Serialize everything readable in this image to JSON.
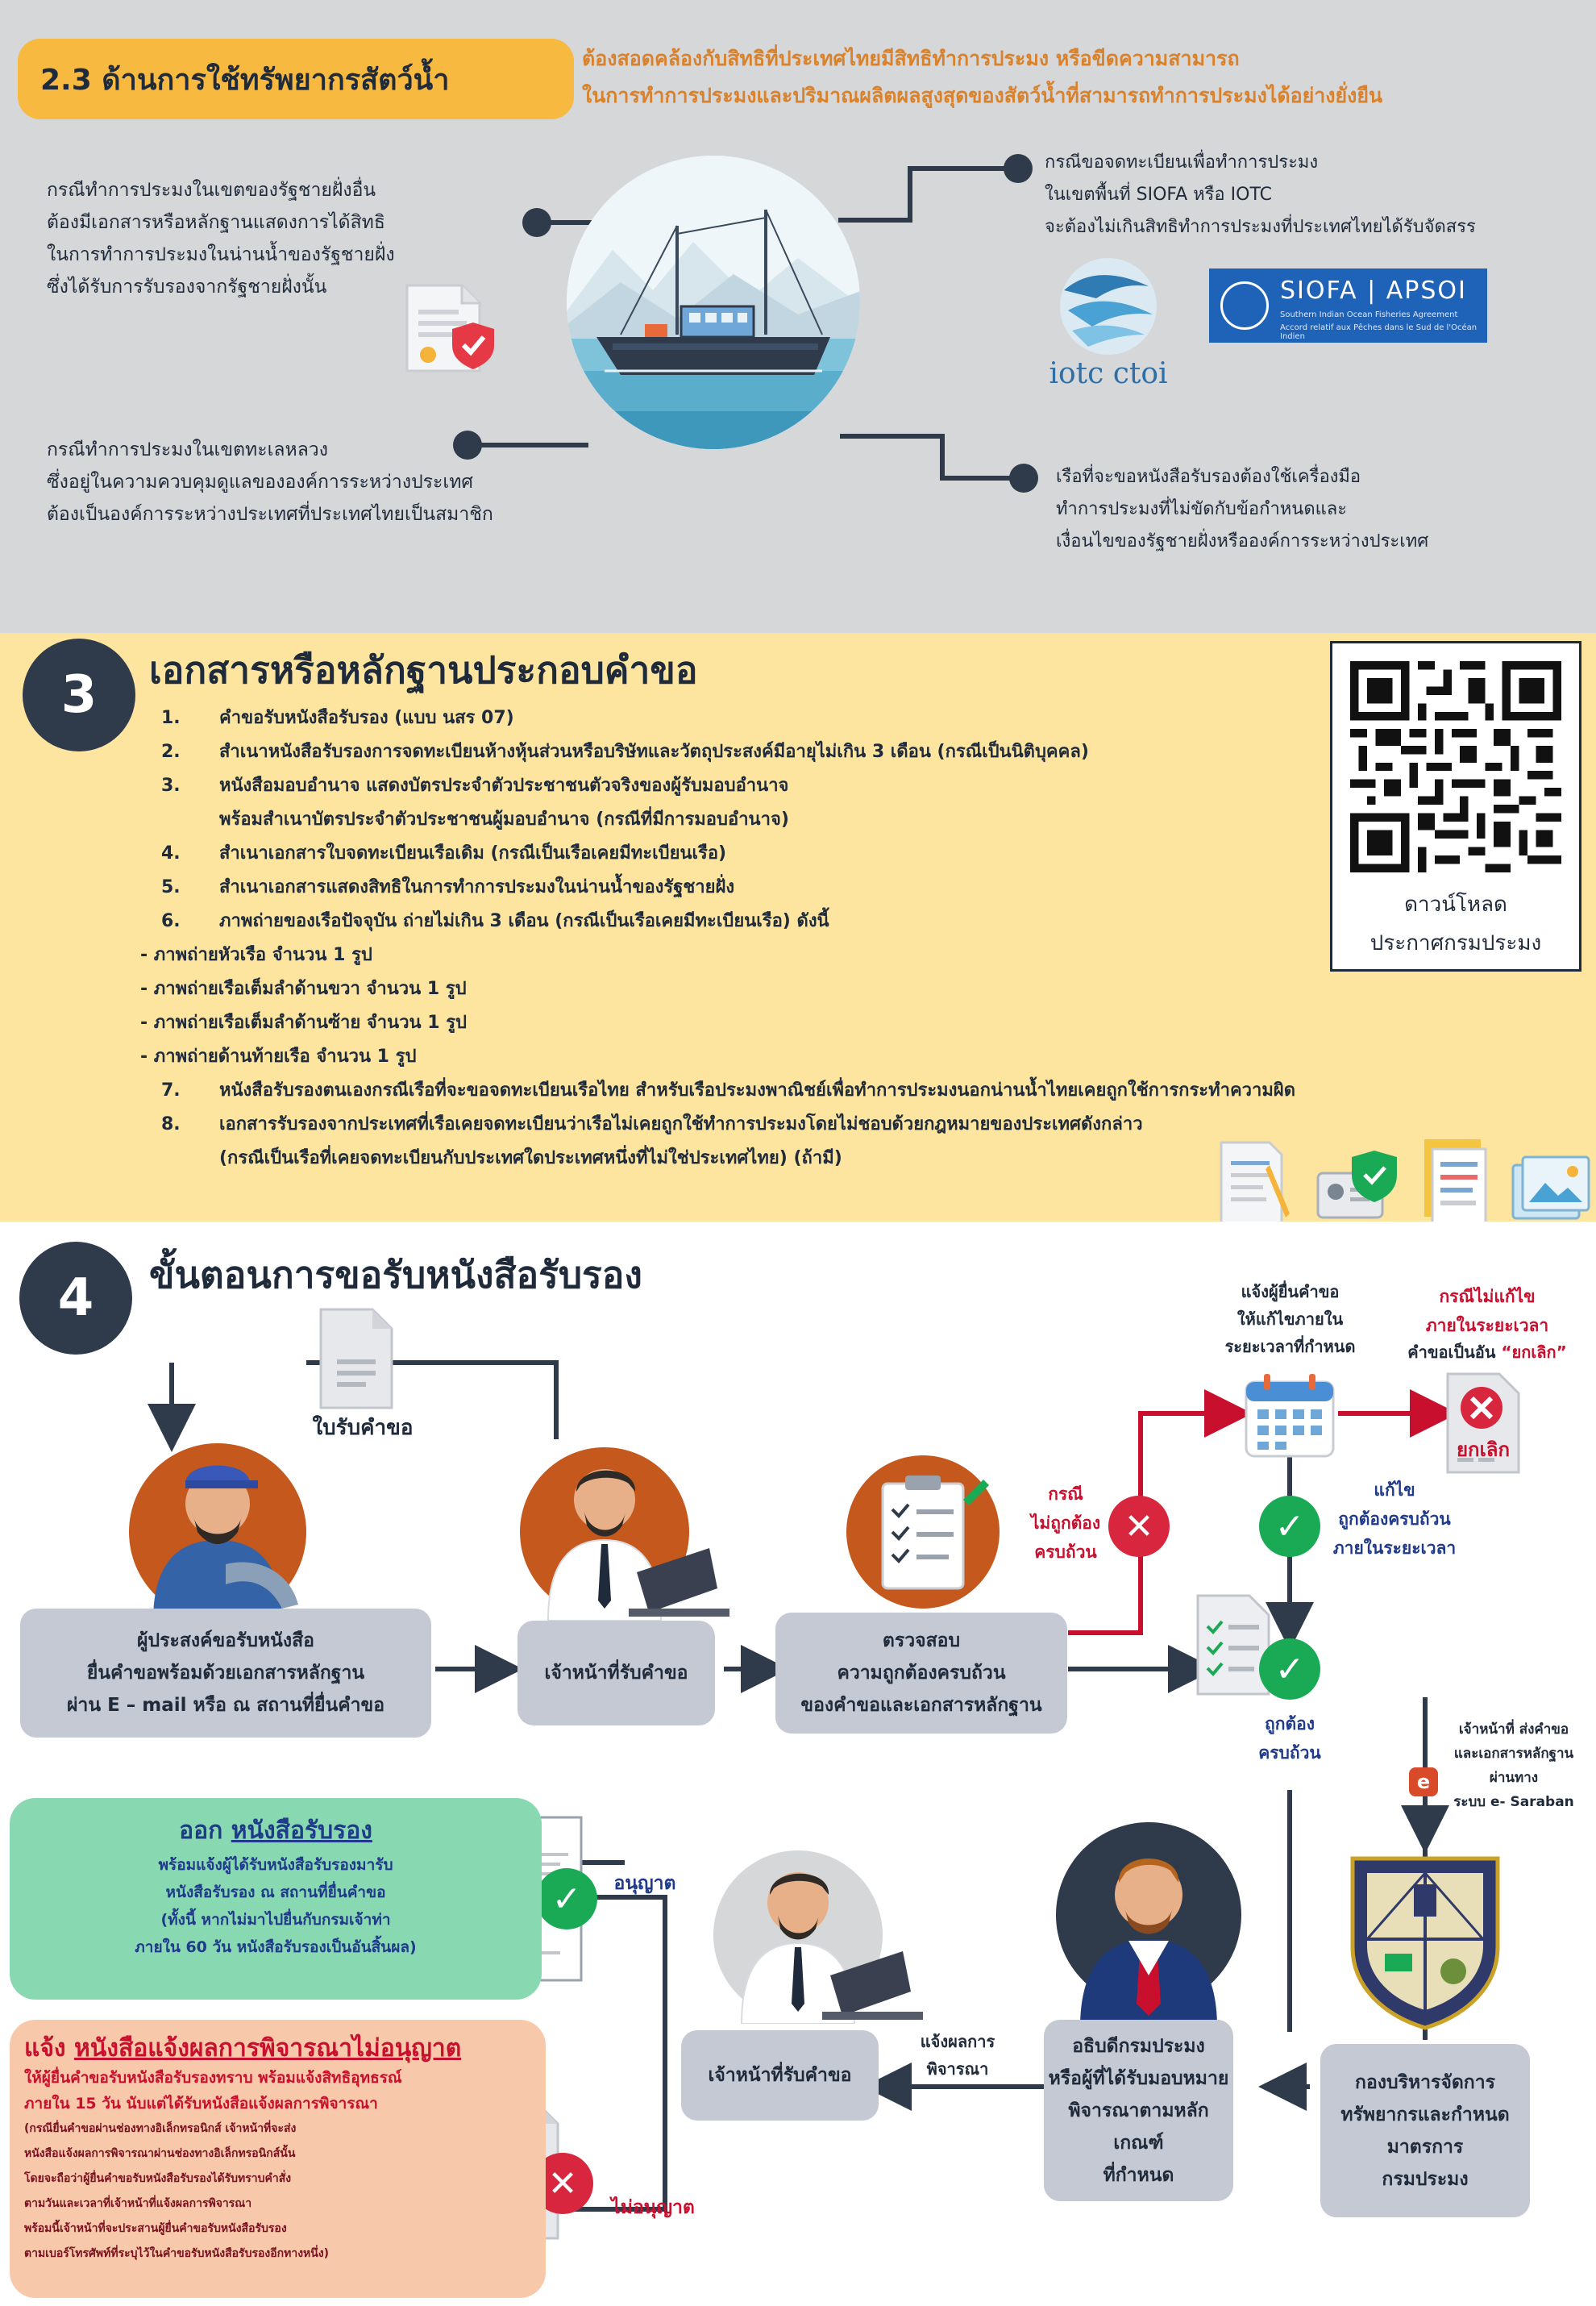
{
  "section23": {
    "title": "2.3 ด้านการใช้ทรัพยากรสัตว์น้ำ",
    "note_line1": "ต้องสอดคล้องกับสิทธิที่ประเทศไทยมีสิทธิทำการประมง หรือขีดความสามารถ",
    "note_line2": "ในการทำการประมงและปริมาณผลิตผลสูงสุดของสัตว์น้ำที่สามารถทำการประมงได้อย่างยั่งยืน",
    "left_top": [
      "กรณีทำการประมงในเขตของรัฐชายฝั่งอื่น",
      "ต้องมีเอกสารหรือหลักฐานแสดงการได้สิทธิ",
      "ในการทำการประมงในน่านน้ำของรัฐชายฝั่ง",
      "ซึ่งได้รับการรับรองจากรัฐชายฝั่งนั้น"
    ],
    "left_bottom": [
      "กรณีทำการประมงในเขตทะเลหลวง",
      "ซึ่งอยู่ในความควบคุมดูแลขององค์การระหว่างประเทศ",
      "ต้องเป็นองค์การระหว่างประเทศที่ประเทศไทยเป็นสมาชิก"
    ],
    "right_top": [
      "กรณีขอจดทะเบียนเพื่อทำการประมง",
      "ในเขตพื้นที่ SIOFA หรือ IOTC",
      "จะต้องไม่เกินสิทธิทำการประมงที่ประเทศไทยได้รับจัดสรร"
    ],
    "right_bottom": [
      "เรือที่จะขอหนังสือรับรองต้องใช้เครื่องมือ",
      "ทำการประมงที่ไม่ขัดกับข้อกำหนดและ",
      "เงื่อนไขของรัฐชายฝั่งหรือองค์การระหว่างประเทศ"
    ],
    "iotc_label": "iotc ctoi",
    "siofa_label": "SIOFA | APSOI",
    "siofa_sub1": "Southern Indian Ocean Fisheries Agreement",
    "siofa_sub2": "Accord relatif aux Pêches dans le Sud de l'Océan Indien"
  },
  "section3": {
    "number": "3",
    "title": "เอกสารหรือหลักฐานประกอบคำขอ",
    "items": [
      {
        "n": "1.",
        "text": "คำขอรับหนังสือรับรอง (แบบ นสร 07)"
      },
      {
        "n": "2.",
        "text": "สำเนาหนังสือรับรองการจดทะเบียนห้างหุ้นส่วนหรือบริษัทและวัตถุประสงค์มีอายุไม่เกิน 3 เดือน (กรณีเป็นนิติบุคคล)"
      },
      {
        "n": "3.",
        "text": "หนังสือมอบอำนาจ แสดงบัตรประจำตัวประชาชนตัวจริงของผู้รับมอบอำนาจ"
      },
      {
        "n": "",
        "text": "พร้อมสำเนาบัตรประจำตัวประชาชนผู้มอบอำนาจ (กรณีที่มีการมอบอำนาจ)"
      },
      {
        "n": "4.",
        "text": "สำเนาเอกสารใบจดทะเบียนเรือเดิม (กรณีเป็นเรือเคยมีทะเบียนเรือ)"
      },
      {
        "n": "5.",
        "text": "สำเนาเอกสารแสดงสิทธิในการทำการประมงในน่านน้ำของรัฐชายฝั่ง"
      },
      {
        "n": "6.",
        "text": "ภาพถ่ายของเรือปัจจุบัน ถ่ายไม่เกิน 3 เดือน (กรณีเป็นเรือเคยมีทะเบียนเรือ) ดังนี้"
      }
    ],
    "sub_items": [
      "- ภาพถ่ายหัวเรือ จำนวน 1 รูป",
      "- ภาพถ่ายเรือเต็มลำด้านขวา จำนวน 1 รูป",
      "- ภาพถ่ายเรือเต็มลำด้านซ้าย จำนวน 1 รูป",
      "- ภาพถ่ายด้านท้ายเรือ จำนวน 1 รูป"
    ],
    "items2": [
      {
        "n": "7.",
        "text": "หนังสือรับรองตนเองกรณีเรือที่จะขอจดทะเบียนเรือไทย สำหรับเรือประมงพาณิชย์เพื่อทำการประมงนอกน่านน้ำไทยเคยถูกใช้การกระทำความผิด"
      },
      {
        "n": "8.",
        "text": "เอกสารรับรองจากประเทศที่เรือเคยจดทะเบียนว่าเรือไม่เคยถูกใช้ทำการประมงโดยไม่ชอบด้วยกฎหมายของประเทศดังกล่าว"
      },
      {
        "n": "",
        "text": "(กรณีเป็นเรือที่เคยจดทะเบียนกับประเทศใดประเทศหนึ่งที่ไม่ใช่ประเทศไทย) (ถ้ามี)"
      }
    ],
    "qr_caption1": "ดาวน์โหลด",
    "qr_caption2": "ประกาศกรมประมง"
  },
  "section4": {
    "number": "4",
    "title": "ขั้นตอนการขอรับหนังสือรับรอง",
    "receipt_label": "ใบรับคำขอ",
    "applicant_box": [
      "ผู้ประสงค์ขอรับหนังสือ",
      "ยื่นคำขอพร้อมด้วยเอกสารหลักฐาน",
      "ผ่าน E – mail หรือ ณ สถานที่ยื่นคำขอ"
    ],
    "officer_box": "เจ้าหน้าที่รับคำขอ",
    "check_box": [
      "ตรวจสอบ",
      "ความถูกต้องครบถ้วน",
      "ของคำขอและเอกสารหลักฐาน"
    ],
    "incorrect_label": [
      "กรณี",
      "ไม่ถูกต้อง",
      "ครบถ้วน"
    ],
    "notify_label": [
      "แจ้งผู้ยื่นคำขอ",
      "ให้แก้ไขภายใน",
      "ระยะเวลาที่กำหนด"
    ],
    "not_fixed_label": [
      "กรณีไม่แก้ไข",
      "ภายในระยะเวลา"
    ],
    "cancel_note_prefix": "คำขอเป็นอัน ",
    "cancel_note_quote": "“ยกเลิก”",
    "cancel_doc": "ยกเลิก",
    "fixed_label": [
      "แก้ไข",
      "ถูกต้องครบถ้วน",
      "ภายในระยะเวลา"
    ],
    "correct_label": [
      "ถูกต้อง",
      "ครบถ้วน"
    ],
    "send_label": [
      "เจ้าหน้าที่ ส่งคำขอ",
      "และเอกสารหลักฐาน",
      "ผ่านทาง",
      "ระบบ e- Saraban"
    ],
    "esaraban_icon_letter": "e",
    "division_box": [
      "กองบริหารจัดการ",
      "ทรัพยากรและกำหนด",
      "มาตรการ",
      "กรมประมง"
    ],
    "director_box": [
      "อธิบดีกรมประมง",
      "หรือผู้ที่ได้รับมอบหมาย",
      "พิจารณาตามหลักเกณฑ์",
      "ที่กำหนด"
    ],
    "result_label": [
      "แจ้งผลการ",
      "พิจารณา"
    ],
    "officer_box2": "เจ้าหน้าที่รับคำขอ",
    "approved_label": "อนุญาต",
    "denied_label": "ไม่อนุญาต",
    "green_card": {
      "title_prefix": "ออก ",
      "title_link": "หนังสือรับรอง",
      "lines": [
        "พร้อมแจ้งผู้ได้รับหนังสือรับรองมารับ",
        "หนังสือรับรอง ณ สถานที่ยื่นคำขอ",
        "(ทั้งนี้ หากไม่มาไปยื่นกับกรมเจ้าท่า",
        "ภายใน 60 วัน หนังสือรับรองเป็นอันสิ้นผล)"
      ]
    },
    "peach_card": {
      "title_prefix": "แจ้ง ",
      "title_link": "หนังสือแจ้งผลการพิจารณาไม่อนุญาต",
      "lines_red": [
        "ให้ผู้ยื่นคำขอรับหนังสือรับรองทราบ พร้อมแจ้งสิทธิอุทธรณ์",
        "ภายใน 15 วัน นับแต่ได้รับหนังสือแจ้งผลการพิจารณา"
      ],
      "lines_small": [
        "(กรณียื่นคำขอผ่านช่องทางอิเล็กทรอนิกส์ เจ้าหน้าที่จะส่ง",
        "หนังสือแจ้งผลการพิจารณาผ่านช่องทางอิเล็กทรอนิกส์นั้น",
        "โดยจะถือว่าผู้ยื่นคำขอรับหนังสือรับรองได้รับทราบคำสั่ง",
        "ตามวันและเวลาที่เจ้าหน้าที่แจ้งผลการพิจารณา",
        "พร้อมนี้เจ้าหน้าที่จะประสานผู้ยื่นคำขอรับหนังสือรับรอง",
        "ตามเบอร์โทรศัพท์ที่ระบุไว้ในคำขอรับหนังสือรับรองอีกทางหนึ่ง)"
      ]
    }
  },
  "colors": {
    "navy": "#2f3a4b",
    "orange": "#d9822b",
    "pill": "#f7b940",
    "yellow_bg": "#fde5a0",
    "gray_bg": "#d6d7d9",
    "red": "#c8102e",
    "green": "#1aaa55"
  }
}
